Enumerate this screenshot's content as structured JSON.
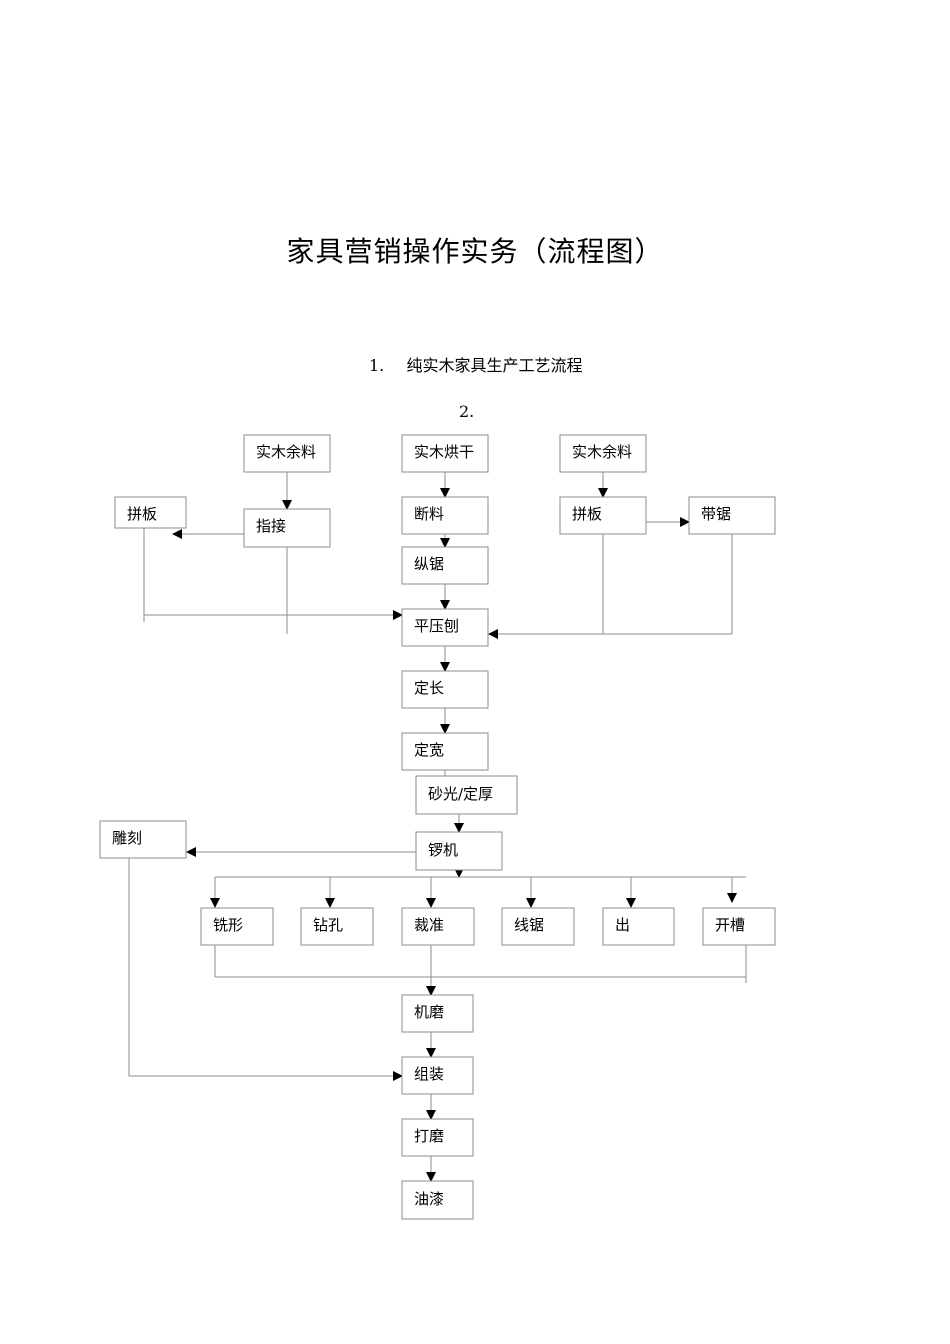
{
  "title": "家具营销操作实务（流程图）",
  "list_items": [
    {
      "number": "1.",
      "text": "纯实木家具生产工艺流程"
    },
    {
      "number": "2.",
      "text": ""
    }
  ],
  "nodes": {
    "src_left": "实木余料",
    "dry": "实木烘干",
    "src_right": "实木余料",
    "panel_left": "拼板",
    "finger": "指接",
    "cut": "断料",
    "panel_right": "拼板",
    "bandsaw": "带锯",
    "rip": "纵锯",
    "planer": "平压刨",
    "len": "定长",
    "width": "定宽",
    "sand": "砂光/定厚",
    "router": "锣机",
    "carve": "雕刻",
    "mill": "铣形",
    "drill": "钻孔",
    "trim": "裁准",
    "jigsaw": "线锯",
    "out": "出",
    "groove": "开槽",
    "machsand": "机磨",
    "assemble": "组装",
    "polish": "打磨",
    "paint": "油漆"
  }
}
